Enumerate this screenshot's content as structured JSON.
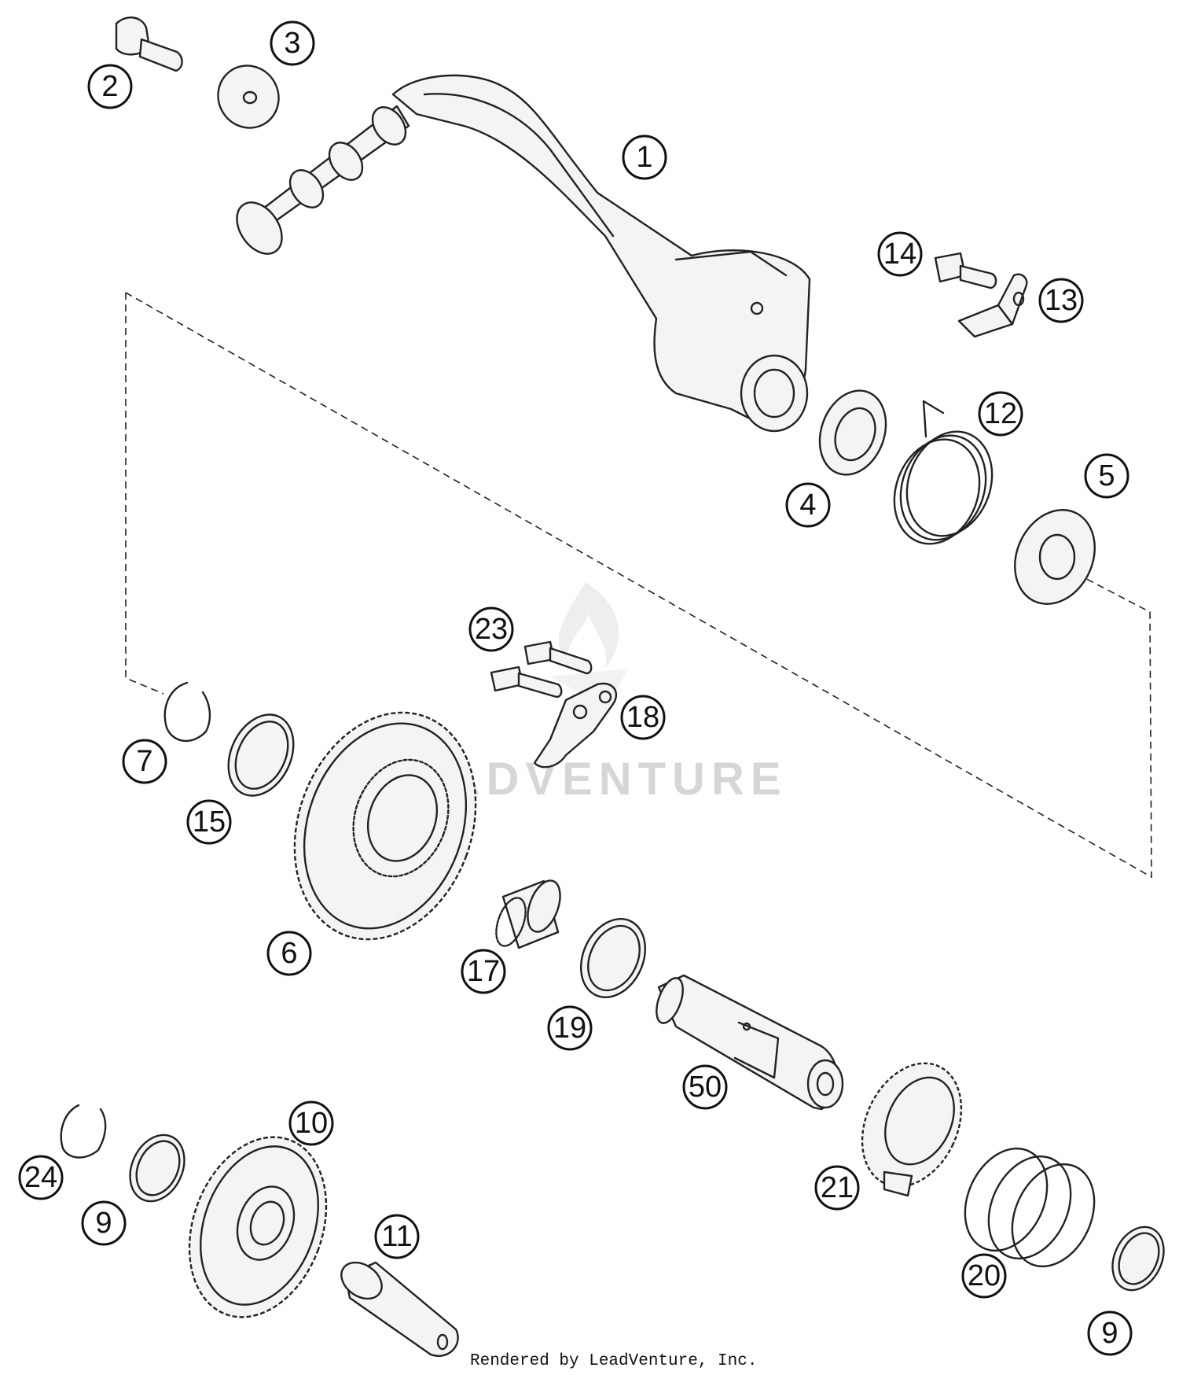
{
  "watermark": {
    "text": "LEADVENTURE"
  },
  "credit": "Rendered by LeadVenture, Inc.",
  "callouts": [
    "1",
    "2",
    "3",
    "4",
    "5",
    "6",
    "7",
    "9",
    "9",
    "10",
    "11",
    "12",
    "13",
    "14",
    "15",
    "17",
    "18",
    "19",
    "20",
    "21",
    "23",
    "24",
    "50"
  ],
  "colors": {
    "line": "#222222",
    "watermark": "#d6d6d6",
    "background": "#ffffff"
  }
}
